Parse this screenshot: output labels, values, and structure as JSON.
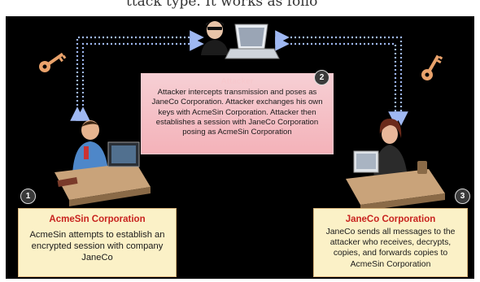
{
  "top_text": "ttack type. It works as follo",
  "attacker": {
    "badge": "2",
    "title": "Attacker",
    "body": "Attacker intercepts transmission and poses as JaneCo Corporation. Attacker exchanges his own keys with AcmeSin Corporation. Attacker then establishes a session with JaneCo Corporation posing as AcmeSin Corporation"
  },
  "acmesin": {
    "badge": "1",
    "title": "AcmeSin Corporation",
    "body": "AcmeSin attempts to establish an encrypted session with company JaneCo"
  },
  "janeco": {
    "badge": "3",
    "title": "JaneCo Corporation",
    "body": "JaneCo sends all messages to the attacker who receives, decrypts, copies, and forwards copies to AcmeSin Corporation"
  },
  "colors": {
    "background": "#000000",
    "arrow": "#9fb8f2",
    "key": "#e9a26b",
    "attacker_box": "#f4b9bf",
    "party_box": "#fbf1c7",
    "party_title": "#c8231f"
  }
}
